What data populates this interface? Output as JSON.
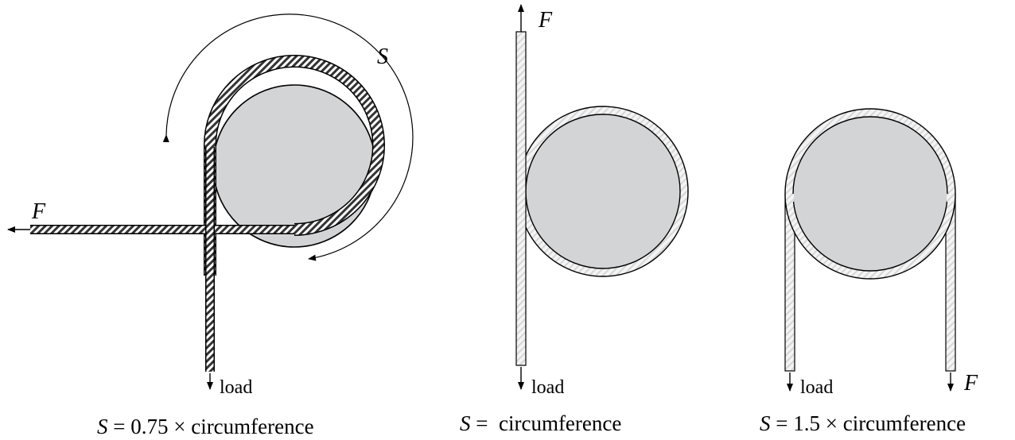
{
  "diagram": {
    "panels": [
      {
        "id": "wrap-075",
        "force_label": "F",
        "wrap_label": "S",
        "load_label": "load",
        "caption_var": "S",
        "caption_rest": " = 0.75 × circumference"
      },
      {
        "id": "wrap-1",
        "force_label": "F",
        "load_label": "load",
        "caption_var": "S",
        "caption_rest": " =  circumference"
      },
      {
        "id": "wrap-15",
        "force_label": "F",
        "load_label": "load",
        "caption_var": "S",
        "caption_rest": " = 1.5 × circumference"
      }
    ],
    "colors": {
      "drum": "#d3d4d6",
      "stroke": "#000000",
      "rope_light_fill": "#eeeeee",
      "rope_dark_hatch": "#333333"
    }
  }
}
